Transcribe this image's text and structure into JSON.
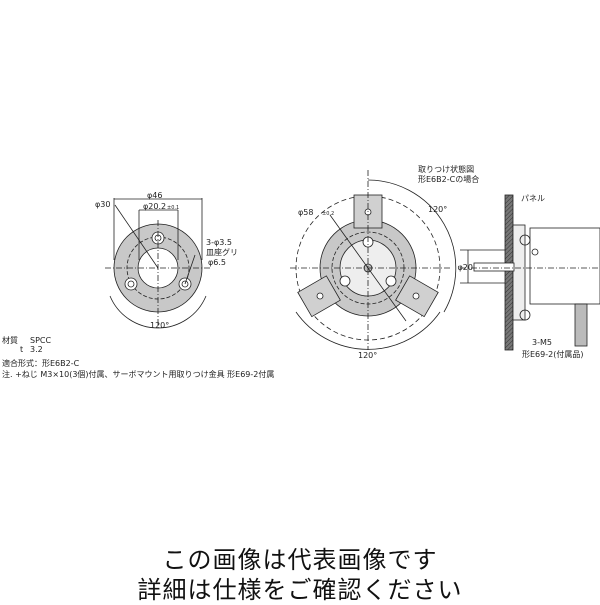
{
  "front_view": {
    "d30": "φ30",
    "d46": "φ46",
    "d20": "φ20.2",
    "d20_tol": "±0.1",
    "holes": "3-φ3.5",
    "counterbore": "皿座グリ",
    "d65": "φ6.5",
    "angle": "120°"
  },
  "spec": {
    "material_label": "材質",
    "material": "SPCC",
    "t_label": "t",
    "t": "3.2",
    "compat": "適合形式：形E6B2-C",
    "note": "注. +ねじ M3×10(3個)付属、サーボマウント用取りつけ金具 形E69-2付属"
  },
  "mount_view": {
    "title1": "取りつけ状態図",
    "title2": "形E6B2-Cの場合",
    "d58": "φ58",
    "d58_tol": "±0.2",
    "angle_top": "120°",
    "angle_bottom": "120°"
  },
  "side_view": {
    "panel": "パネル",
    "d20": "φ20",
    "screws": "3-M5",
    "bracket": "形E69-2(付属品)"
  },
  "footer": {
    "line1": "この画像は代表画像です",
    "line2": "詳細は仕様をご確認ください"
  }
}
